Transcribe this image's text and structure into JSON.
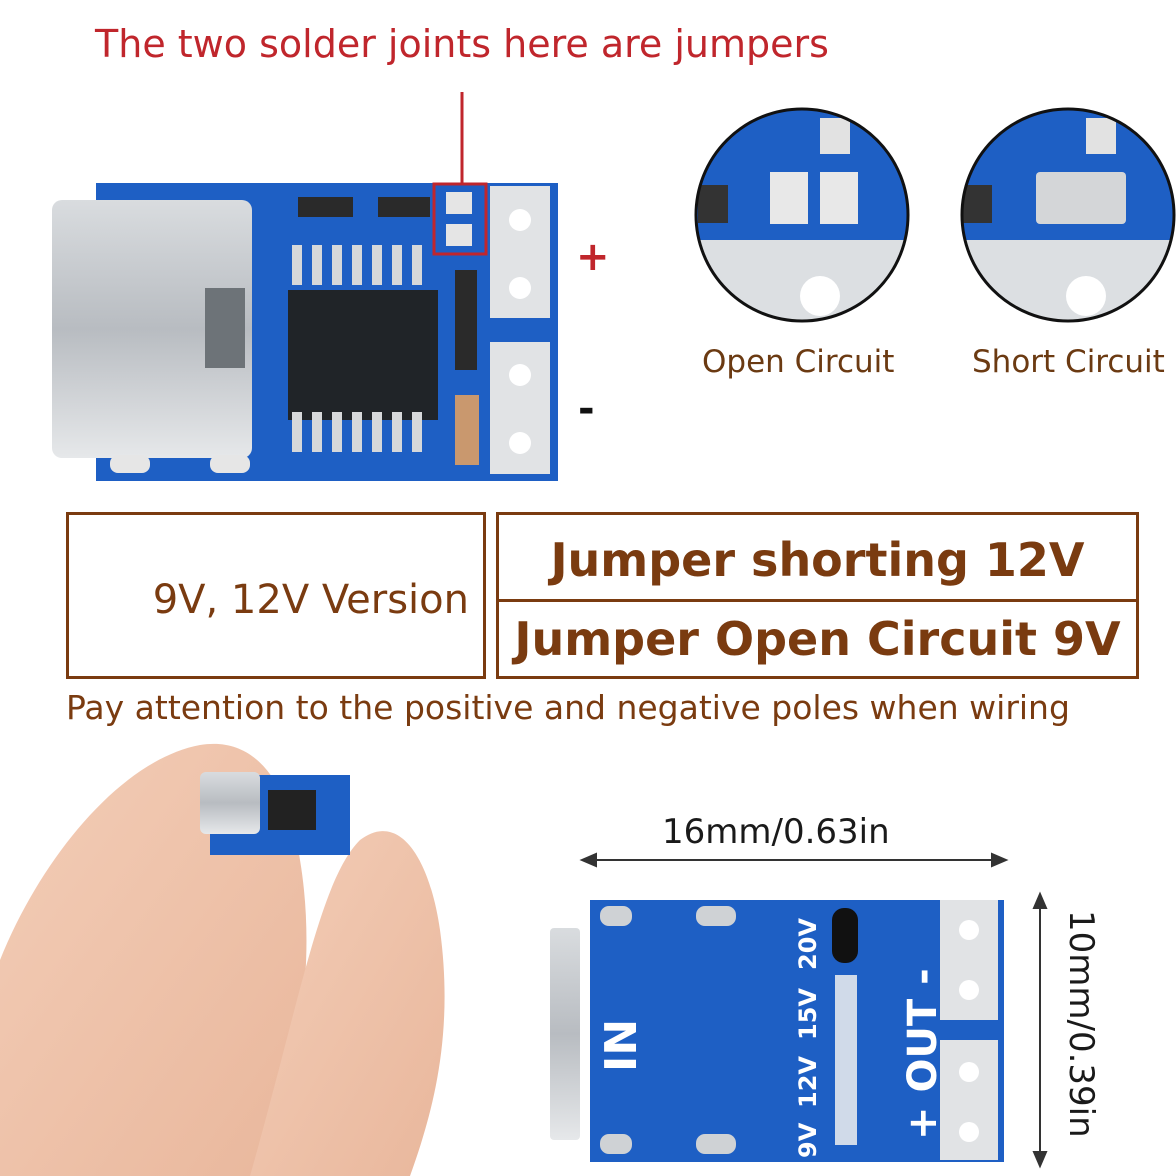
{
  "header": {
    "note": "The two solder joints here are jumpers"
  },
  "board_top": {
    "plus_label": "+",
    "minus_label": "-"
  },
  "closeups": {
    "open_label": "Open Circuit",
    "short_label": "Short Circuit"
  },
  "versions_table": {
    "version_label": "9V, 12V Version",
    "rows": [
      "Jumper shorting 12V",
      "Jumper Open Circuit 9V"
    ]
  },
  "warning": "Pay attention to the positive and negative poles when wiring",
  "dimensions": {
    "width_label": "16mm/0.63in",
    "height_label": "10mm/0.39in"
  },
  "board_bottom": {
    "in_label": "IN",
    "out_label": "+ OUT -",
    "voltage_labels": [
      "9V",
      "12V",
      "15V",
      "20V"
    ]
  },
  "colors": {
    "pcb_blue": "#1e5fc4",
    "annotation_red": "#c0262c",
    "text_brown": "#7a3b10"
  }
}
